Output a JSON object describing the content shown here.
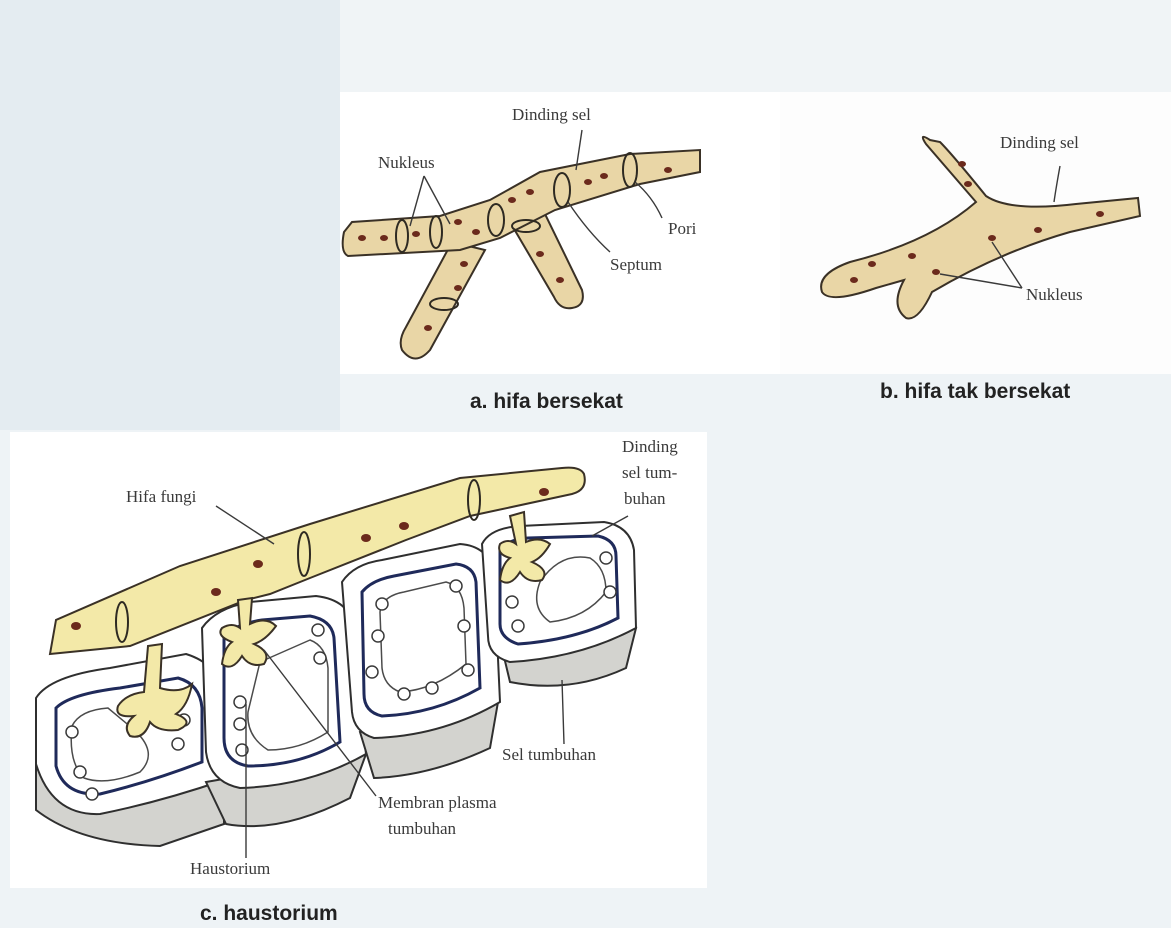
{
  "panel_a": {
    "labels": {
      "dinding_sel": "Dinding sel",
      "nukleus": "Nukleus",
      "pori": "Pori",
      "septum": "Septum"
    },
    "caption": "a. hifa bersekat"
  },
  "panel_b": {
    "labels": {
      "dinding_sel": "Dinding sel",
      "nukleus": "Nukleus"
    },
    "caption": "b. hifa tak bersekat"
  },
  "panel_c": {
    "labels": {
      "hifa_fungi": "Hifa fungi",
      "dinding_line1": "Dinding",
      "dinding_line2": "sel tum-",
      "dinding_line3": "buhan",
      "sel_tumbuhan": "Sel tumbuhan",
      "membran_line1": "Membran plasma",
      "membran_line2": "tumbuhan",
      "haustorium": "Haustorium"
    },
    "caption": "c. haustorium"
  },
  "colors": {
    "hypha_septate": "#e9d6a6",
    "hypha_haustorium": "#f3e9a8",
    "nucleus": "#6b2a1c",
    "plant_membrane": "#1f2a5a",
    "cell_shadow": "#d3d3cf"
  }
}
